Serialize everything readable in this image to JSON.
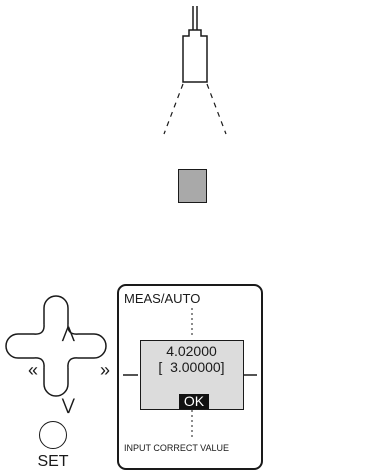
{
  "colors": {
    "stroke": "#1a1a1a",
    "target_fill": "#a9a9a9",
    "value_box_fill": "#dcdcdc",
    "ok_fill": "#111111",
    "ok_text": "#ffffff"
  },
  "icons": {
    "sensor": "sensor-head-icon",
    "target": "target-square-icon",
    "up": "double-chevron-up-icon",
    "down": "double-chevron-down-icon",
    "left": "double-chevron-left-icon",
    "right": "double-chevron-right-icon"
  },
  "display": {
    "mode_label": "MEAS/AUTO",
    "measured_value": "4.02000",
    "input_value": "[  3.00000]",
    "ok_label": "OK",
    "footer_label": "INPUT CORRECT VALUE"
  },
  "keypad": {
    "up_glyph": "⋀",
    "down_glyph": "⋁",
    "left_glyph": "«",
    "right_glyph": "»"
  },
  "set_button": {
    "label": "SET"
  }
}
